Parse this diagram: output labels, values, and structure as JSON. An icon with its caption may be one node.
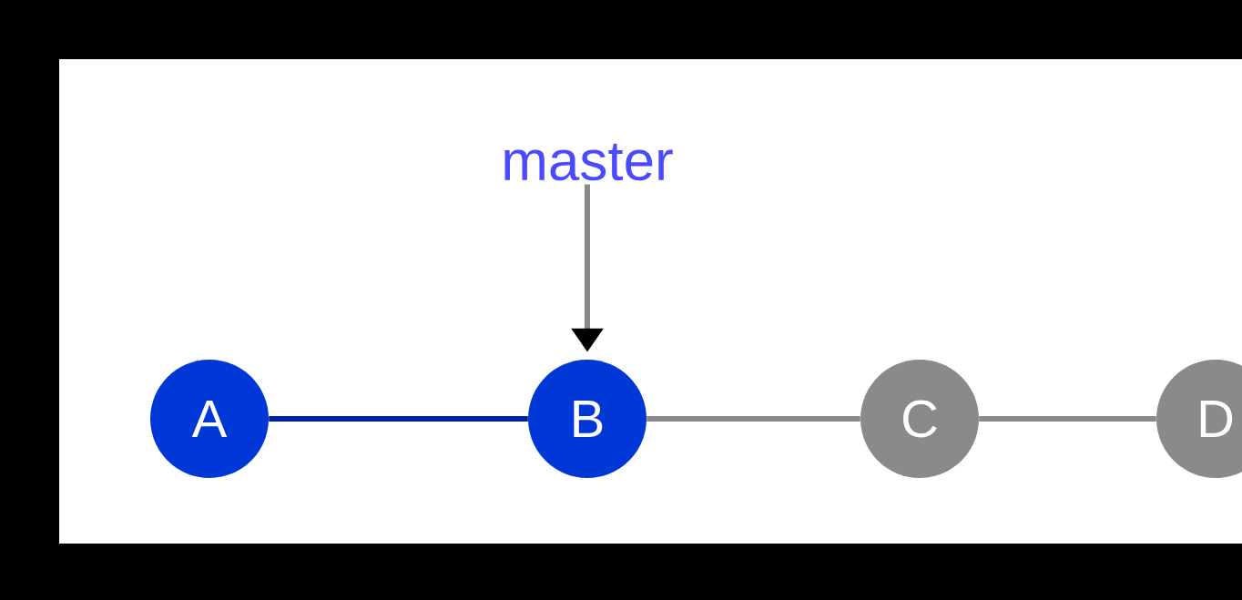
{
  "diagram": {
    "nodes": [
      {
        "text": [
          "master"
        ]
      },
      {
        "text": [
          "A"
        ]
      },
      {
        "text": [
          "B"
        ]
      },
      {
        "text": [
          "C"
        ]
      },
      {
        "text": [
          "D"
        ]
      }
    ],
    "edges": [
      {
        "from": 0,
        "to": 2,
        "arrow": "to"
      },
      {
        "from": 1,
        "to": 2,
        "arrow": "none",
        "color": "#0020a8"
      },
      {
        "from": 2,
        "to": 3,
        "arrow": "none"
      },
      {
        "from": 3,
        "to": 4,
        "arrow": "none"
      }
    ]
  }
}
